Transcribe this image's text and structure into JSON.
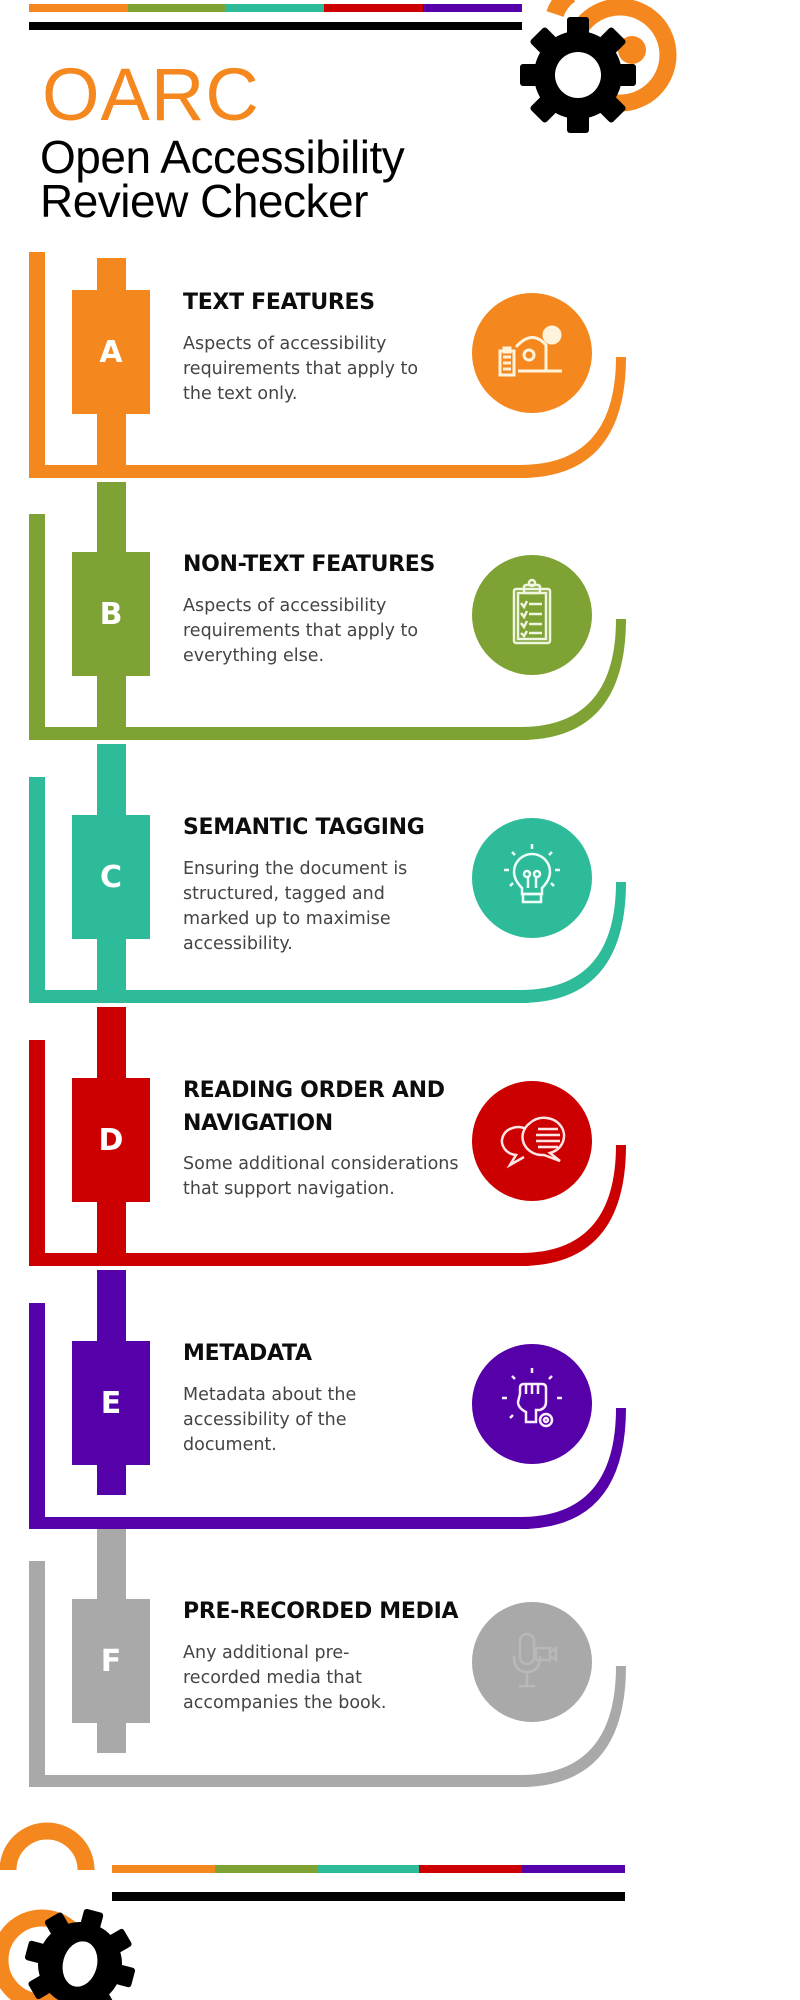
{
  "colors": {
    "orange": "#F5871F",
    "green": "#7FA235",
    "teal": "#2EBB99",
    "red": "#CC0000",
    "purple": "#5500A8",
    "gray": "#A9A9A9",
    "black": "#000000"
  },
  "header": {
    "logo": "OARC",
    "subtitle_line1": "Open Accessibility",
    "subtitle_line2": "Review Checker"
  },
  "sections": [
    {
      "letter": "A",
      "title": "TEXT FEATURES",
      "body": "Aspects of accessibility requirements that apply to the text only.",
      "icon": "workflow-person-gear-icon",
      "color": "#F5871F"
    },
    {
      "letter": "B",
      "title": "NON-TEXT FEATURES",
      "body": "Aspects of accessibility requirements that apply to everything else.",
      "icon": "clipboard-checklist-icon",
      "color": "#7FA235"
    },
    {
      "letter": "C",
      "title": "SEMANTIC TAGGING",
      "body": "Ensuring the document is structured, tagged and marked up to maximise accessibility.",
      "icon": "lightbulb-icon",
      "color": "#2EBB99"
    },
    {
      "letter": "D",
      "title": "READING ORDER AND NAVIGATION",
      "body": "Some additional considerations that support navigation.",
      "icon": "speech-bubbles-icon",
      "color": "#CC0000"
    },
    {
      "letter": "E",
      "title": "METADATA",
      "body": "Metadata about the accessibility of the document.",
      "icon": "fist-gear-icon",
      "color": "#5500A8"
    },
    {
      "letter": "F",
      "title": "PRE-RECORDED MEDIA",
      "body": "Any additional pre-recorded media that accompanies the book.",
      "icon": "microphone-video-icon",
      "color": "#A9A9A9"
    }
  ]
}
